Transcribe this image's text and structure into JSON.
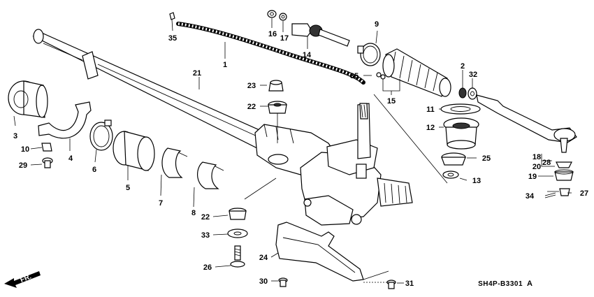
{
  "diagram": {
    "drawing_code": "SH4P-B3301",
    "revision_mark": "A",
    "direction_label": "FR.",
    "callouts": {
      "c1": "1",
      "c2": "2",
      "c3": "3",
      "c4": "4",
      "c5": "5",
      "c6": "6",
      "c7": "7",
      "c8": "8",
      "c9": "9",
      "c10": "10",
      "c11": "11",
      "c12": "12",
      "c13": "13",
      "c14": "14",
      "c15": "15",
      "c16": "16",
      "c17": "17",
      "c18": "18",
      "c19": "19",
      "c20": "20",
      "c21": "21",
      "c22a": "22",
      "c22b": "22",
      "c23": "23",
      "c24": "24",
      "c25": "25",
      "c26": "26",
      "c27": "27",
      "c28": "28",
      "c29": "29",
      "c30": "30",
      "c31": "31",
      "c32": "32",
      "c33": "33",
      "c34": "34",
      "c35a": "35",
      "c35b": "35"
    }
  }
}
